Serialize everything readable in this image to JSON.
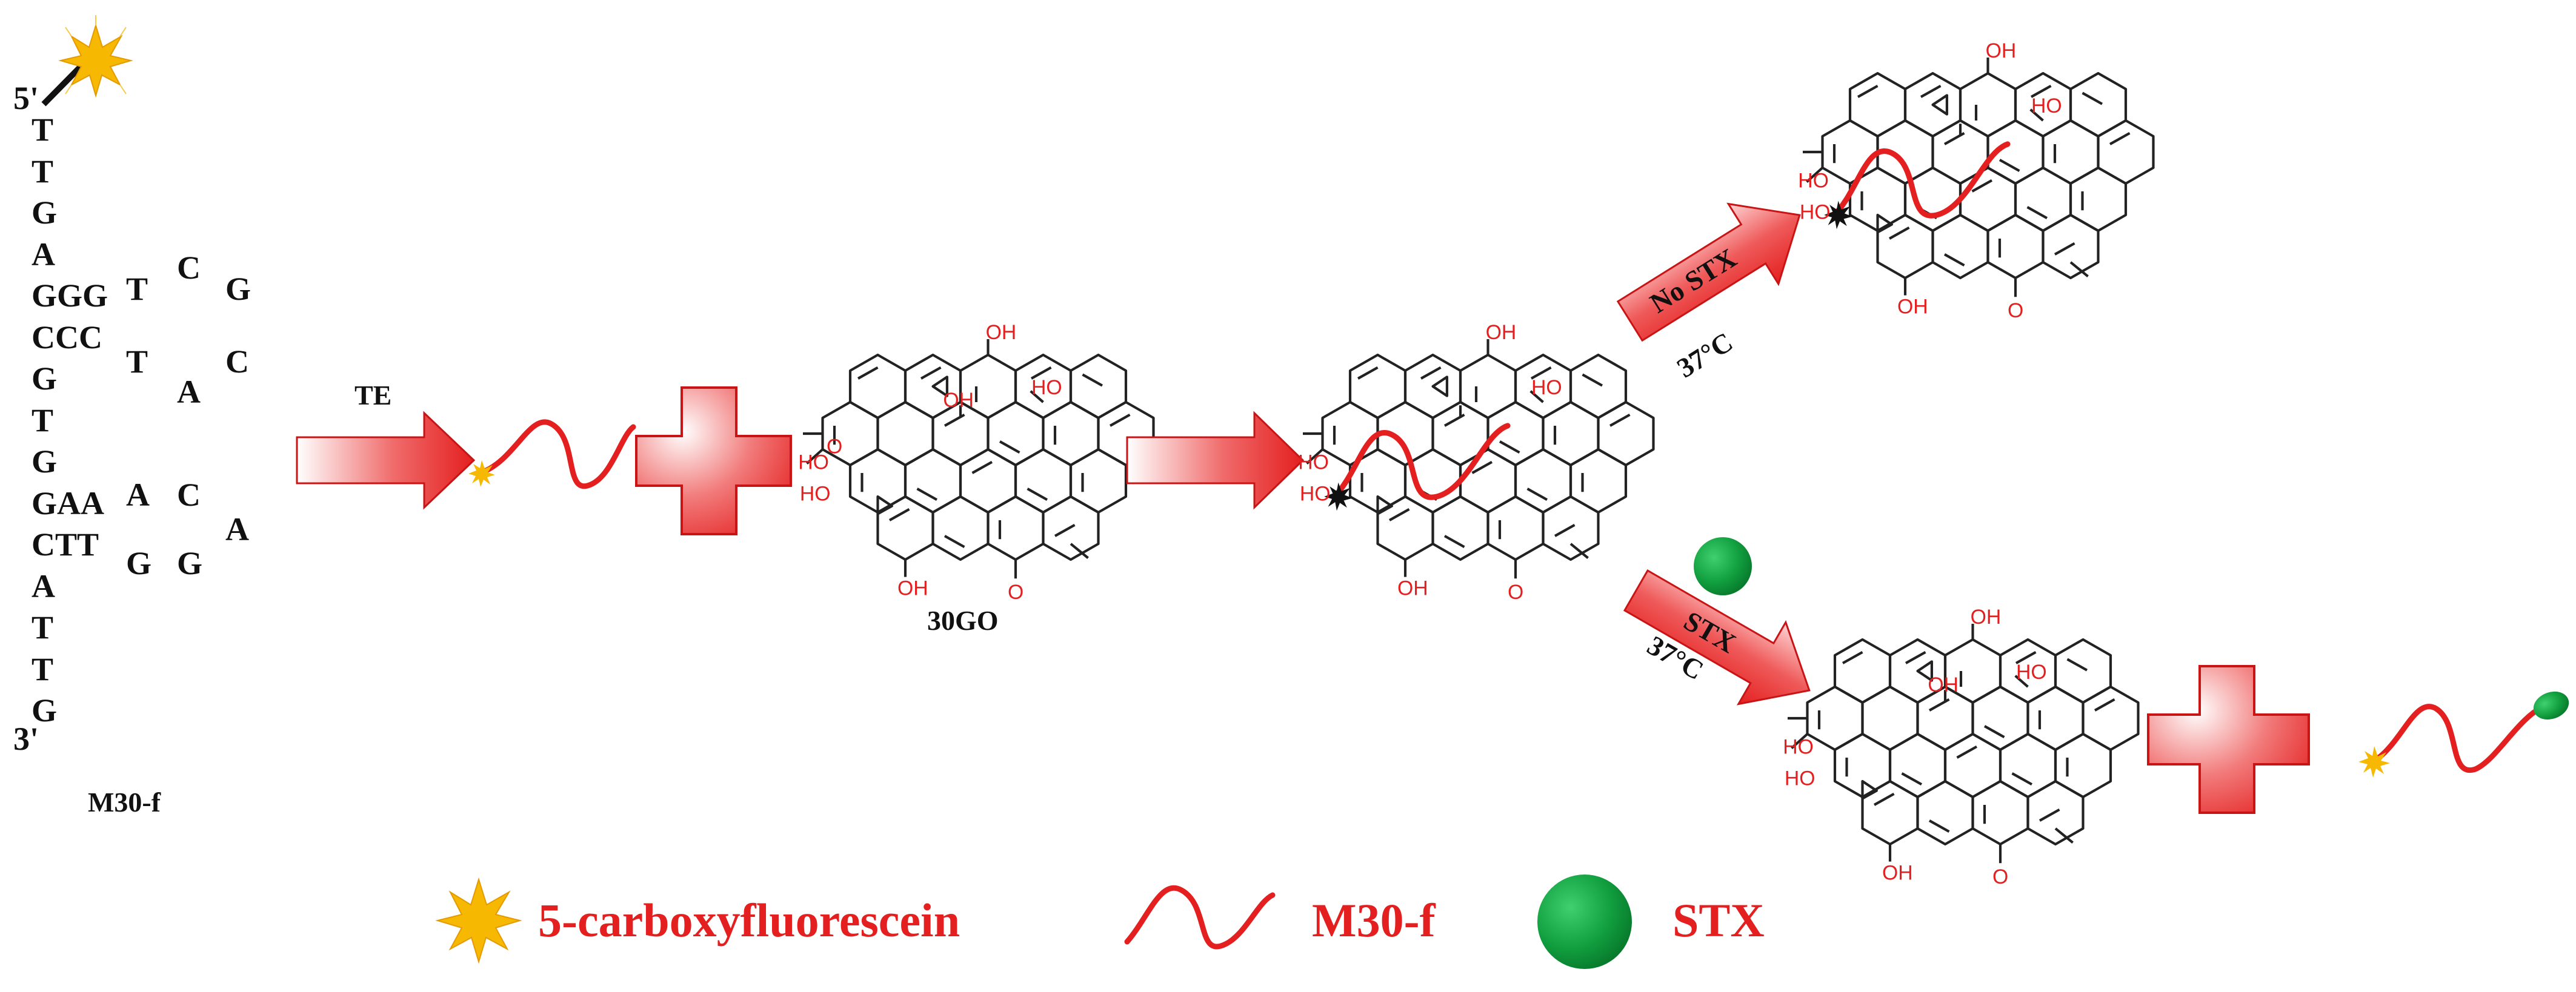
{
  "sequence": {
    "five_prime": "5'",
    "three_prime": "3'",
    "stem_column": [
      "T",
      "T",
      "G",
      "A",
      "GGG",
      "CCC",
      "G",
      "T",
      "G",
      "GAA",
      "CTT",
      "A",
      "T",
      "T",
      "G"
    ],
    "loop_upper_left": [
      "T",
      "T"
    ],
    "loop_upper_mid": [
      "C",
      "A"
    ],
    "loop_upper_right": [
      "G",
      "C"
    ],
    "loop_lower_left": [
      "A",
      "G"
    ],
    "loop_lower_mid": [
      "C",
      "G"
    ],
    "loop_lower_right": "A",
    "label": "M30-f"
  },
  "steps": {
    "te_label": "TE",
    "go_label": "30GO",
    "no_stx_label": "No STX",
    "stx_label": "STX",
    "temp_upper": "37°C",
    "temp_lower": "37°C"
  },
  "molecule_labels": {
    "hydroxyl": "HO",
    "hydroxyl_r": "OH",
    "oxygen": "O",
    "carbonyl": "O"
  },
  "legend": {
    "fluor_label": "5-carboxyfluorescein",
    "strand_label": "M30-f",
    "stx_label": "STX"
  },
  "colors": {
    "red": "#e41f1f",
    "star": "#f6b800",
    "green": "#0fa03a",
    "black": "#111111"
  },
  "icons": [
    "fluorophore-star-icon",
    "dna-strand-icon",
    "stx-sphere-icon",
    "plus-icon",
    "arrow-icon"
  ]
}
